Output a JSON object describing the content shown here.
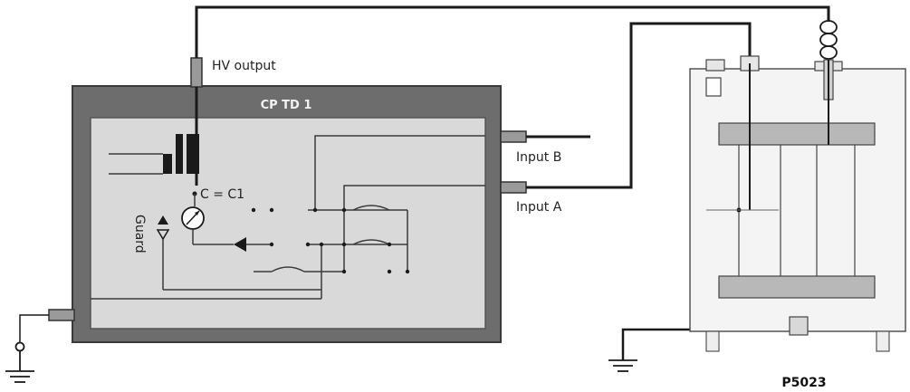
{
  "device": {
    "title": "CP TD 1",
    "hv_output_label": "HV output",
    "input_b_label": "Input B",
    "input_a_label": "Input A",
    "cap_label": "C = C1",
    "guard_label": "Guard"
  },
  "transformer": {
    "label": "P5023"
  },
  "colors": {
    "housing": "#6d6d6d",
    "inner_panel": "#d9d9d9",
    "wire": "#1a1a1a",
    "circuit": "#3a3a3a",
    "tank_bg": "#f4f4f4"
  }
}
